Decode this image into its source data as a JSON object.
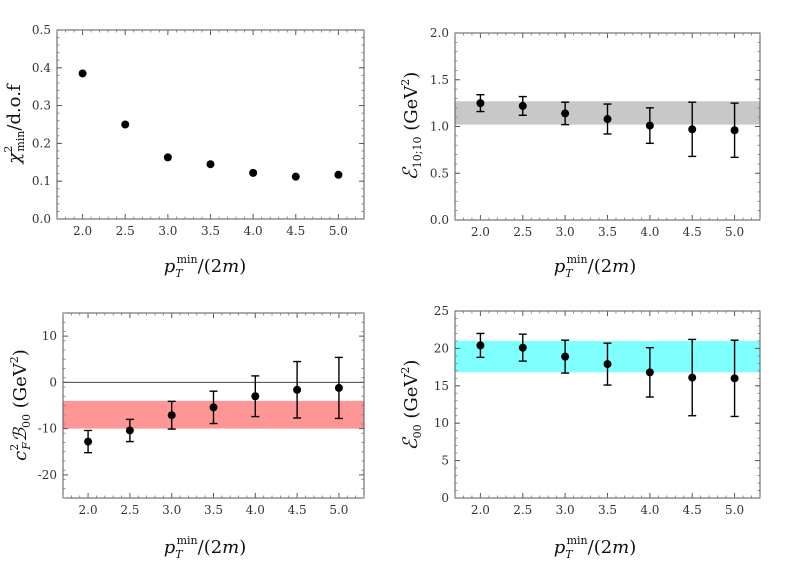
{
  "chart_data": [
    {
      "type": "scatter",
      "title": "",
      "xlabel": "p_T^min/(2m)",
      "ylabel": "χ²_min/d.o.f",
      "xlim": [
        1.7,
        5.3
      ],
      "ylim": [
        0.0,
        0.5
      ],
      "xticks": [
        "2.0",
        "2.5",
        "3.0",
        "3.5",
        "4.0",
        "4.5",
        "5.0"
      ],
      "yticks": [
        "0.0",
        "0.1",
        "0.2",
        "0.3",
        "0.4",
        "0.5"
      ],
      "series": [
        {
          "x": [
            2.0,
            2.5,
            3.0,
            3.5,
            4.0,
            4.5,
            5.0
          ],
          "y": [
            0.385,
            0.25,
            0.163,
            0.145,
            0.122,
            0.112,
            0.117
          ]
        }
      ]
    },
    {
      "type": "scatter",
      "title": "",
      "xlabel": "p_T^min/(2m)",
      "ylabel": "ℰ10;10 (GeV²)",
      "xlim": [
        1.7,
        5.3
      ],
      "ylim": [
        0.0,
        2.0
      ],
      "xticks": [
        "2.0",
        "2.5",
        "3.0",
        "3.5",
        "4.0",
        "4.5",
        "5.0"
      ],
      "yticks": [
        "0.0",
        "0.5",
        "1.0",
        "1.5",
        "2.0"
      ],
      "band": {
        "low": 1.02,
        "high": 1.27,
        "color": "#c8c8c8"
      },
      "series": [
        {
          "x": [
            2.0,
            2.5,
            3.0,
            3.5,
            4.0,
            4.5,
            5.0
          ],
          "y": [
            1.25,
            1.22,
            1.14,
            1.08,
            1.01,
            0.97,
            0.96
          ],
          "err": [
            0.09,
            0.1,
            0.12,
            0.16,
            0.19,
            0.29,
            0.29
          ]
        }
      ]
    },
    {
      "type": "scatter",
      "title": "",
      "xlabel": "p_T^min/(2m)",
      "ylabel": "c_F² ℬ00 (GeV²)",
      "xlim": [
        1.7,
        5.3
      ],
      "ylim": [
        -25,
        15
      ],
      "xticks": [
        "2.0",
        "2.5",
        "3.0",
        "3.5",
        "4.0",
        "4.5",
        "5.0"
      ],
      "yticks": [
        "-20",
        "-10",
        "0",
        "10"
      ],
      "band": {
        "low": -10,
        "high": -4,
        "color": "#ff9696"
      },
      "zero_line": true,
      "series": [
        {
          "x": [
            2.0,
            2.5,
            3.0,
            3.5,
            4.0,
            4.5,
            5.0
          ],
          "y": [
            -12.8,
            -10.4,
            -7.1,
            -5.4,
            -3.0,
            -1.6,
            -1.2
          ],
          "err": [
            2.4,
            2.4,
            3.0,
            3.5,
            4.4,
            6.1,
            6.6
          ]
        }
      ]
    },
    {
      "type": "scatter",
      "title": "",
      "xlabel": "p_T^min/(2m)",
      "ylabel": "ℰ00 (GeV²)",
      "xlim": [
        1.7,
        5.3
      ],
      "ylim": [
        0,
        25
      ],
      "xticks": [
        "2.0",
        "2.5",
        "3.0",
        "3.5",
        "4.0",
        "4.5",
        "5.0"
      ],
      "yticks": [
        "0",
        "5",
        "10",
        "15",
        "20",
        "25"
      ],
      "band": {
        "low": 16.8,
        "high": 21.0,
        "color": "#80ffff"
      },
      "series": [
        {
          "x": [
            2.0,
            2.5,
            3.0,
            3.5,
            4.0,
            4.5,
            5.0
          ],
          "y": [
            20.4,
            20.1,
            18.9,
            17.9,
            16.8,
            16.1,
            16.0
          ],
          "err": [
            1.6,
            1.8,
            2.2,
            2.8,
            3.3,
            5.1,
            5.1
          ]
        }
      ]
    }
  ]
}
